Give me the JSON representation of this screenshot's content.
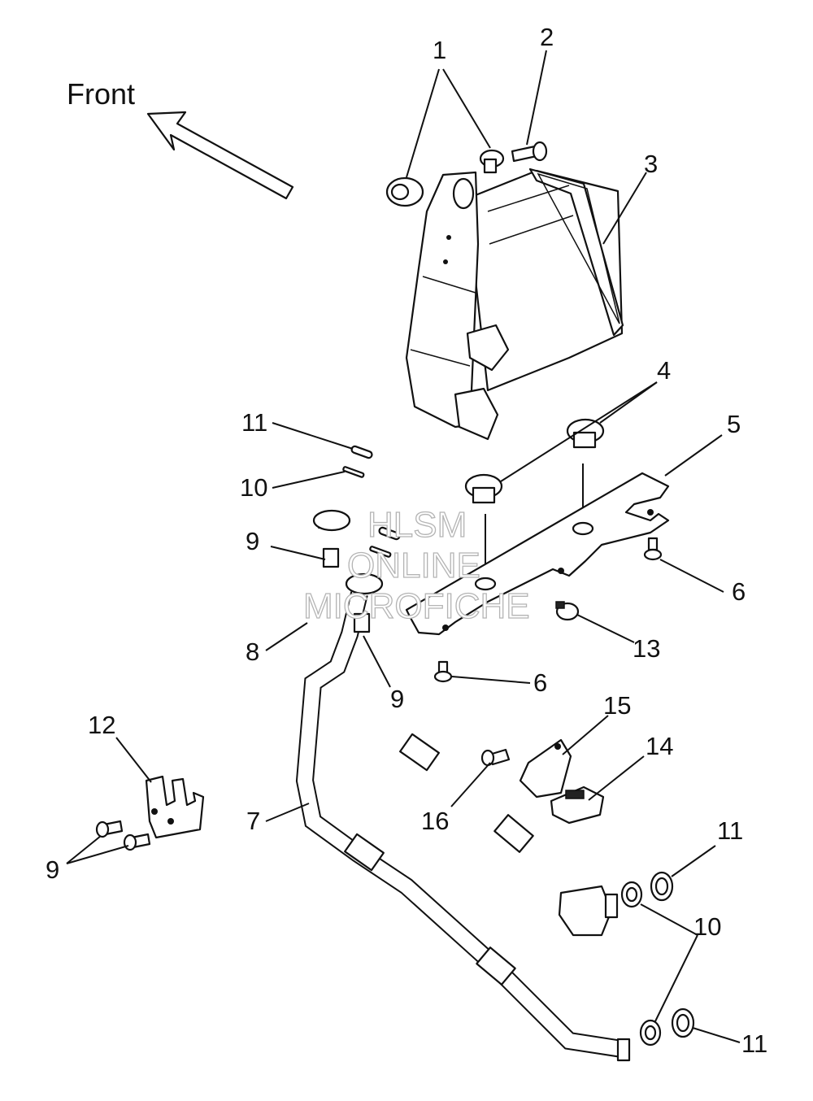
{
  "diagram": {
    "orientation_label": "Front",
    "watermark": [
      "HLSM",
      "ONLINE",
      "MICROFICHE"
    ],
    "callouts": {
      "c1": "1",
      "c2": "2",
      "c3": "3",
      "c4": "4",
      "c5": "5",
      "c6a": "6",
      "c6b": "6",
      "c7": "7",
      "c8": "8",
      "c9a": "9",
      "c9b": "9",
      "c9c": "9",
      "c10a": "10",
      "c10b": "10",
      "c11a": "11",
      "c11b": "11",
      "c11c": "11",
      "c12": "12",
      "c13": "13",
      "c14": "14",
      "c15": "15",
      "c16": "16"
    }
  }
}
